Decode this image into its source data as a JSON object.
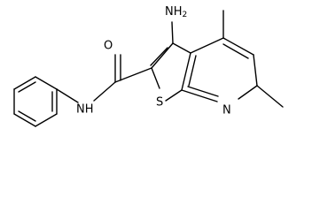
{
  "atoms": {
    "amine": {
      "text": "NH",
      "sub": "2"
    },
    "oxygen": "O",
    "amide_n": "NH",
    "sulfur": "S",
    "pyridine_n": "N"
  }
}
